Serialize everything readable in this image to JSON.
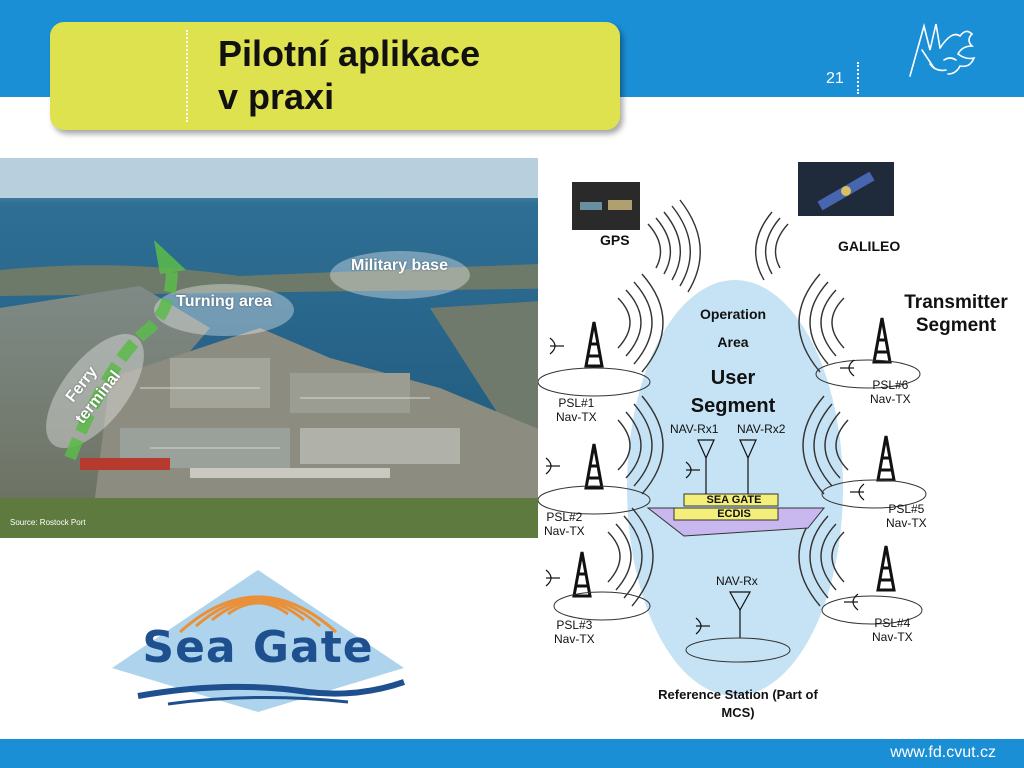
{
  "slide": {
    "title_line1": "Pilotní aplikace",
    "title_line2": "v praxi",
    "page_number": "21",
    "website": "www.fd.cvut.cz"
  },
  "photo": {
    "labels": {
      "military_base": "Military base",
      "turning_area": "Turning area",
      "ferry_terminal": "Ferry terminal"
    },
    "source": "Source: Rostock Port"
  },
  "diagram": {
    "gps": "GPS",
    "galileo": "GALILEO",
    "operation_area": "Operation Area",
    "user_segment": "User Segment",
    "transmitter_segment": "Transmitter Segment",
    "nav_rx1": "NAV-Rx1",
    "nav_rx2": "NAV-Rx2",
    "nav_rx": "NAV-Rx",
    "reference_station": "Reference Station (Part of MCS)",
    "seagate_box": "SEA GATE",
    "ecdis_box": "ECDIS",
    "stations": [
      {
        "id": "PSL#1",
        "role": "Nav-TX"
      },
      {
        "id": "PSL#2",
        "role": "Nav-TX"
      },
      {
        "id": "PSL#3",
        "role": "Nav-TX"
      },
      {
        "id": "PSL#4",
        "role": "Nav-TX"
      },
      {
        "id": "PSL#5",
        "role": "Nav-TX"
      },
      {
        "id": "PSL#6",
        "role": "Nav-TX"
      }
    ]
  },
  "seagate_logo": {
    "text": "Sea Gate"
  },
  "colors": {
    "band_blue": "#1a8fd6",
    "title_yellow": "#dfe24f",
    "ellipse_blue": "#c6e3f5",
    "logo_navy": "#1e4f8f"
  }
}
